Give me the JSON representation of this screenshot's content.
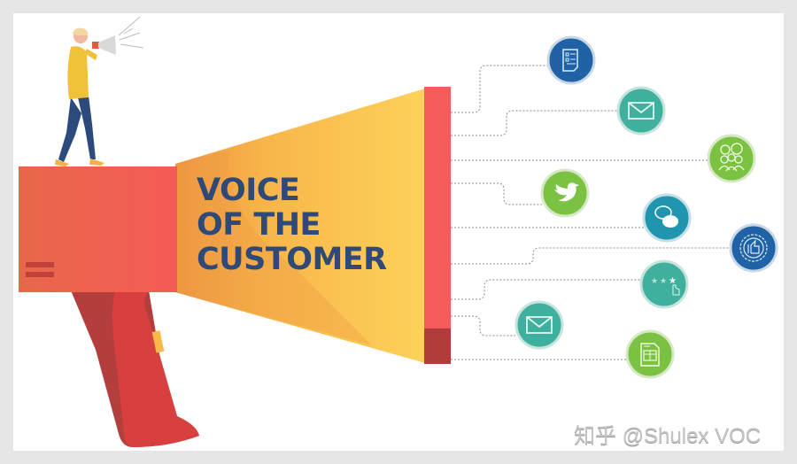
{
  "title": {
    "line1": "VOICE",
    "line2": "OF THE",
    "line3": "CUSTOMER"
  },
  "watermark": "知乎 @Shulex VOC",
  "colors": {
    "background_frame": "#e6e6e6",
    "canvas": "#ffffff",
    "title_text": "#2f4a78",
    "megaphone_body": "#ef5c52",
    "megaphone_handle": "#d84242",
    "megaphone_horn_start": "#f0a040",
    "megaphone_horn_end": "#fdd05a",
    "rim": "#f45b5b",
    "rim_dark": "#b03c3c",
    "icon_dark_blue": "#1f63a6",
    "icon_teal": "#3fb09d",
    "icon_green": "#7cc242",
    "icon_blue_teal": "#1f95b0"
  },
  "icons": [
    {
      "name": "survey-document-icon",
      "color": "dark-blue"
    },
    {
      "name": "email-icon",
      "color": "teal"
    },
    {
      "name": "community-group-icon",
      "color": "green"
    },
    {
      "name": "twitter-bird-icon",
      "color": "green"
    },
    {
      "name": "chat-bubbles-icon",
      "color": "blue-teal"
    },
    {
      "name": "thumbs-up-badge-icon",
      "color": "dark-blue"
    },
    {
      "name": "star-rating-icon",
      "color": "teal"
    },
    {
      "name": "email-icon",
      "color": "teal"
    },
    {
      "name": "form-document-icon",
      "color": "green"
    }
  ]
}
